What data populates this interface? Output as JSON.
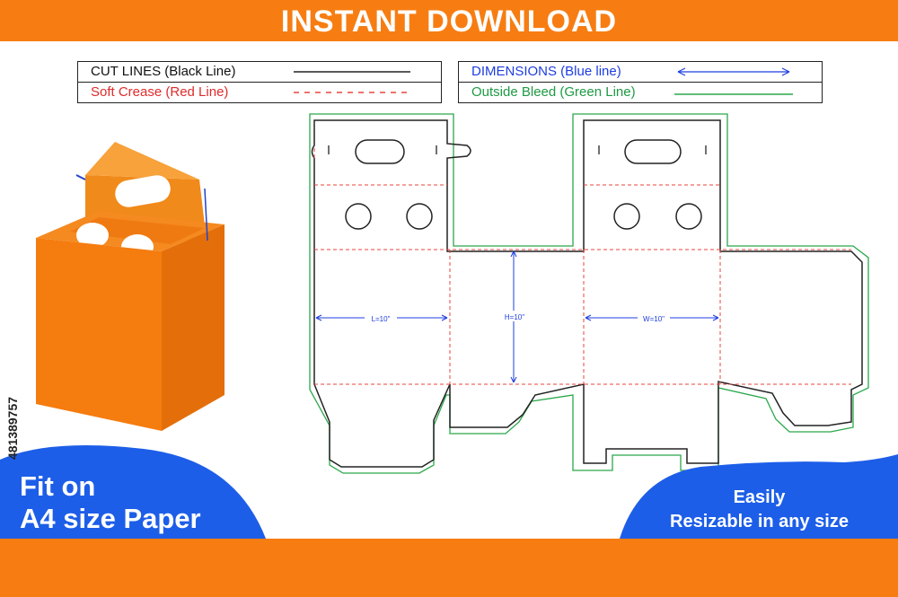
{
  "header": {
    "title": "INSTANT DOWNLOAD"
  },
  "legend": {
    "cut_lines": "CUT LINES (Black Line)",
    "soft_crease": "Soft Crease (Red Line)",
    "dimensions": "DIMENSIONS (Blue line)",
    "outside_bleed": "Outside Bleed (Green Line)"
  },
  "dieline": {
    "length_label": "L=10\"",
    "height_label": "H=10\"",
    "width_label": "W=10\""
  },
  "footer": {
    "fit_line1": "Fit on",
    "fit_line2": "A4 size Paper",
    "easy_line1": "Easily",
    "easy_line2": "Resizable in any size",
    "stock_id": "481389757"
  },
  "colors": {
    "orange": "#f77d12",
    "blue": "#1d5ee8",
    "cut": "#222222",
    "crease": "#e8453c",
    "dimension": "#1d3de0",
    "bleed": "#2aa84a"
  }
}
